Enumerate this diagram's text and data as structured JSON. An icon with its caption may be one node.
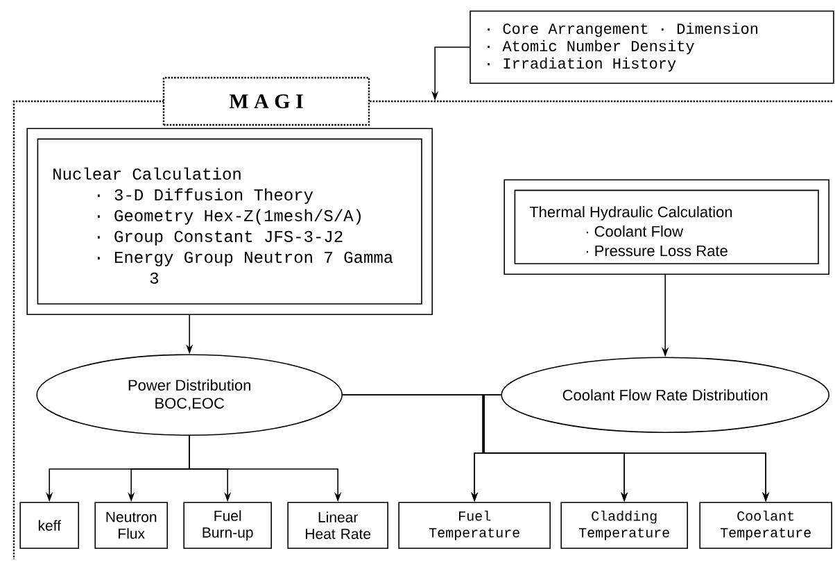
{
  "diagram": {
    "nodes": [
      {
        "text": [
          "M A G I"
        ]
      },
      {
        "text": [
          "· Core Arrangement · Dimension",
          "· Atomic Number Density",
          "· Irradiation History"
        ]
      },
      {
        "text": [
          "Nuclear Calculation",
          "· 3-D Diffusion Theory",
          "· Geometry Hex-Z(1mesh/S/A)",
          "· Group Constant JFS-3-J2",
          "· Energy Group Neutron 7 Gamma 3"
        ],
        "in": 0
      },
      {
        "text": [
          "Thermal Hydraulic Calculation",
          "· Coolant Flow",
          "· Pressure Loss Rate"
        ],
        "in": 0
      },
      {
        "text": [
          "Power Distribution",
          "BOC,EOC"
        ],
        "in": 0
      },
      {
        "text": [
          "Coolant Flow Rate Distribution"
        ],
        "in": 0
      },
      {
        "text": [
          "keff"
        ],
        "in": 0
      },
      {
        "text": [
          "Neutron Flux"
        ],
        "in": 0
      },
      {
        "text": [
          "Fuel Burn-up"
        ],
        "in": 0
      },
      {
        "text": [
          "Linear Heat Rate"
        ],
        "in": 0
      },
      {
        "text": [
          "Fuel Temperature"
        ],
        "in": 0
      },
      {
        "text": [
          "Cladding Temperature"
        ],
        "in": 0
      },
      {
        "text": [
          "Coolant Temperature"
        ],
        "in": 0
      }
    ],
    "edges": [
      {
        "from": 1,
        "to": 0,
        "arrow": "to"
      },
      {
        "from": 2,
        "to": 4,
        "arrow": "to"
      },
      {
        "from": 3,
        "to": 5,
        "arrow": "to"
      },
      {
        "from": 4,
        "to": 6,
        "arrow": "to"
      },
      {
        "from": 4,
        "to": 7,
        "arrow": "to"
      },
      {
        "from": 4,
        "to": 8,
        "arrow": "to"
      },
      {
        "from": 4,
        "to": 9,
        "arrow": "to"
      },
      {
        "from": 4,
        "to": 10,
        "arrow": "to"
      },
      {
        "from": 4,
        "to": 11,
        "arrow": "to"
      },
      {
        "from": 4,
        "to": 12,
        "arrow": "to"
      },
      {
        "from": 5,
        "to": 10,
        "arrow": "to"
      },
      {
        "from": 5,
        "to": 11,
        "arrow": "to"
      },
      {
        "from": 5,
        "to": 12,
        "arrow": "to"
      }
    ]
  }
}
